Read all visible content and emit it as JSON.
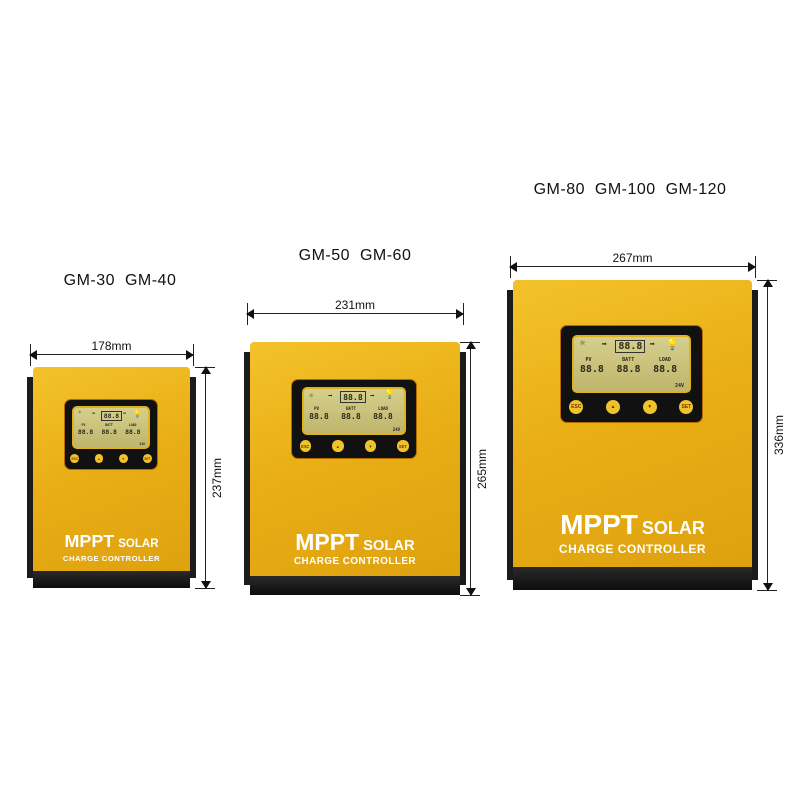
{
  "devices": [
    {
      "models": "GM-30  GM-40",
      "width_label": "178mm",
      "height_label": "237mm"
    },
    {
      "models": "GM-50  GM-60",
      "width_label": "231mm",
      "height_label": "265mm"
    },
    {
      "models": "GM-80  GM-100  GM-120",
      "width_label": "267mm",
      "height_label": "336mm"
    }
  ],
  "product": {
    "brand_main": "MPPT",
    "brand_sub": "SOLAR",
    "brand_line2": "CHARGE CONTROLLER"
  },
  "lcd": {
    "pv_label": "PV",
    "batt_label": "BATT",
    "load_label": "LOAD",
    "digits": "88.8",
    "unit": "%",
    "voltage": "24V"
  },
  "buttons": [
    "ESC",
    "▲",
    "▼",
    "SET"
  ],
  "colors": {
    "body": "#e9ae15",
    "band": "#111111"
  }
}
